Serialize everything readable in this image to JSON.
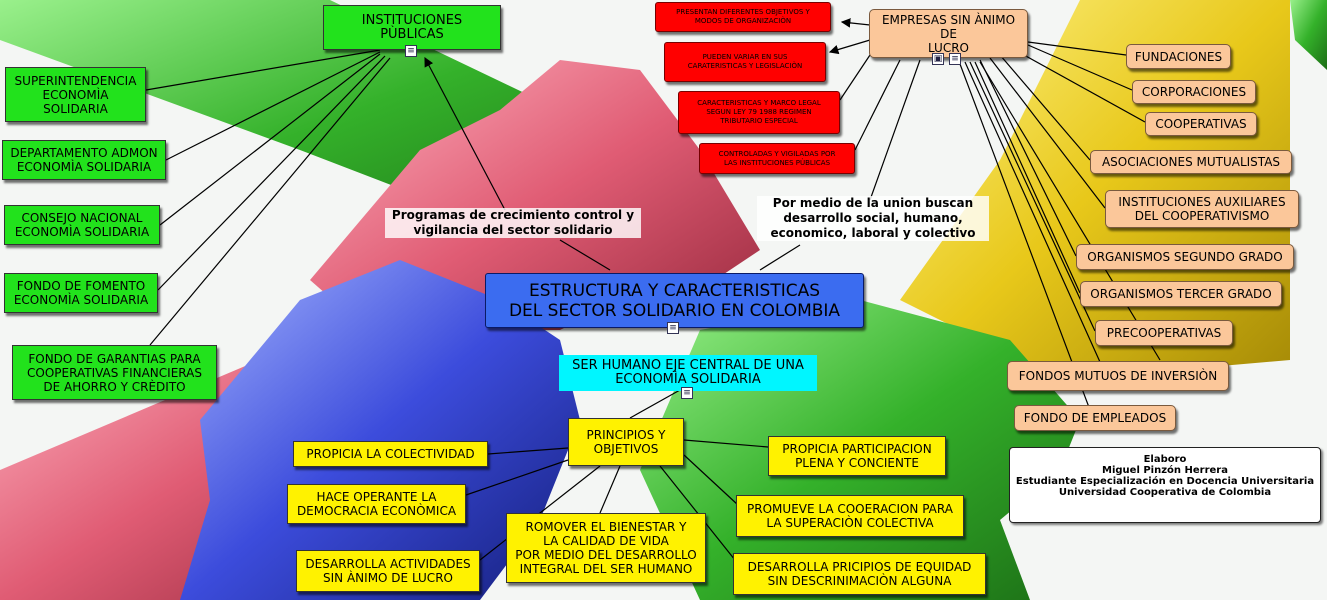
{
  "central": {
    "title": "ESTRUCTURA Y CARACTERISTICAS\nDEL SECTOR SOLIDARIO EN COLOMBIA",
    "subtitle": "SER HUMANO EJE CENTRAL DE UNA\nECONOMÌA SOLIDARIA"
  },
  "instituciones": {
    "title": "INSTITUCIONES PÙBLICAS",
    "items": [
      "SUPERINTENDENCIA\nECONOMÌA\nSOLIDARIA",
      "DEPARTAMENTO ADMON\nECONOMÌA SOLIDARIA",
      "CONSEJO NACIONAL\nECONOMÌA SOLIDARIA",
      "FONDO DE FOMENTO\nECONOMÌA SOLIDARIA",
      "FONDO DE GARANTIAS PARA\nCOOPERATIVAS FINANCIERAS\nDE AHORRO  Y CRÈDITO"
    ]
  },
  "empresas": {
    "title": "EMPRESAS SIN ÀNIMO DE\nLUCRO",
    "items": [
      "FUNDACIONES",
      "CORPORACIONES",
      "COOPERATIVAS",
      "ASOCIACIONES MUTUALISTAS",
      "INSTITUCIONES AUXILIARES\nDEL COOPERATIVISMO",
      "ORGANISMOS SEGUNDO GRADO",
      "ORGANISMOS TERCER GRADO",
      "PRECOOPERATIVAS",
      "FONDOS MUTUOS DE INVERSIÒN",
      "FONDO DE EMPLEADOS"
    ],
    "notes": [
      "PRESENTAN DIFERENTES OBJETIVOS Y\nMODOS DE ORGANIZACIÒN",
      "PUEDEN VARIAR EN SUS\nCARATERISTICAS Y LEGISLACIÒN",
      "CARACTERISTICAS Y MARCO LEGAL\nSEGUN LEY 79 1988 REGIMEN\nTRIBUTARIO ESPECIAL",
      "CONTROLADAS Y VIGILADAS POR\nLAS INSTITUCIONES PÙBLICAS"
    ]
  },
  "labels": {
    "programas": "Programas de crecimiento control y\nvigilancia del sector solidario",
    "union": "Por medio de la union buscan\ndesarrollo social, humano,\neconomico, laboral y colectivo"
  },
  "principios": {
    "title": "PRINCIPIOS Y\nOBJETIVOS",
    "items": [
      "PROPICIA LA COLECTIVIDAD",
      "HACE OPERANTE LA\nDEMOCRACIA ECONÒMICA",
      "DESARROLLA ACTIVIDADES\nSIN ÀNIMO DE LUCRO",
      "ROMOVER EL BIENESTAR Y\nLA  CALIDAD DE VIDA\nPOR MEDIO DEL DESARROLLO\nINTEGRAL DEL SER HUMANO",
      "PROPICIA PARTICIPACION\nPLENA Y CONCIENTE",
      "PROMUEVE LA COOERACION PARA\nLA SUPERACIÒN COLECTIVA",
      "DESARROLLA PRICIPIOS DE EQUIDAD\nSIN DESCRINIMACIÒN ALGUNA"
    ]
  },
  "credit": {
    "line1": "Elaboro",
    "line2": "Miguel Pinzón Herrera",
    "line3": "Estudiante Especialización en Docencia Universitaria",
    "line4": "Universidad Cooperativa de Colombia"
  },
  "colors": {
    "green_node": "#22e21c",
    "peach_node": "#fbc79a",
    "red_node": "#ff0000",
    "yellow_node": "#fff200",
    "central_node": "#3b6cf0",
    "subtitle_node": "#00f6ff"
  }
}
